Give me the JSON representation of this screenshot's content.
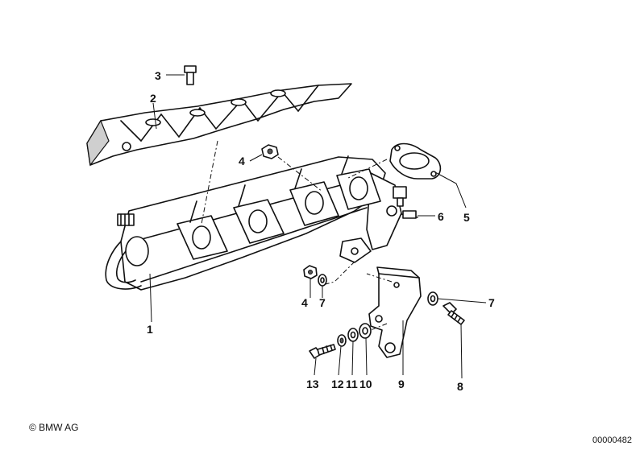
{
  "callouts": [
    {
      "id": "c1",
      "label": "1"
    },
    {
      "id": "c2",
      "label": "2"
    },
    {
      "id": "c3",
      "label": "3"
    },
    {
      "id": "c4a",
      "label": "4"
    },
    {
      "id": "c4b",
      "label": "4"
    },
    {
      "id": "c5",
      "label": "5"
    },
    {
      "id": "c6",
      "label": "6"
    },
    {
      "id": "c7a",
      "label": "7"
    },
    {
      "id": "c7b",
      "label": "7"
    },
    {
      "id": "c8",
      "label": "8"
    },
    {
      "id": "c9",
      "label": "9"
    },
    {
      "id": "c10",
      "label": "10"
    },
    {
      "id": "c11",
      "label": "11"
    },
    {
      "id": "c12",
      "label": "12"
    },
    {
      "id": "c13",
      "label": "13"
    }
  ],
  "footer": {
    "copyright": "© BMW AG",
    "document_number": "00000482"
  }
}
